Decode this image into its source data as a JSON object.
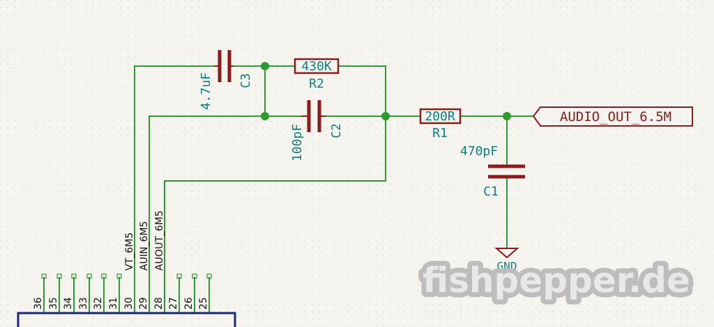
{
  "schematic": {
    "components": {
      "c3": {
        "ref": "C3",
        "value": "4.7uF"
      },
      "r2": {
        "ref": "R2",
        "value": "430K"
      },
      "c2": {
        "ref": "C2",
        "value": "100pF"
      },
      "r1": {
        "ref": "R1",
        "value": "200R"
      },
      "c1": {
        "ref": "C1",
        "value": "470pF"
      }
    },
    "output_label": "AUDIO_OUT_6.5M",
    "ground_label": "GND",
    "net_labels": {
      "vt": "VT_6M5",
      "ain": "AUIN_6M5",
      "aout": "AUOUT_6M5"
    },
    "pins": [
      "36",
      "35",
      "34",
      "33",
      "32",
      "31",
      "30",
      "29",
      "28",
      "27",
      "26",
      "25"
    ],
    "watermark": "fishpepper.de",
    "colors": {
      "background": "#f5f4ef",
      "wire": "#2e9b2e",
      "component": "#8b1c1c",
      "text": "#0f7f7f",
      "chip_outline": "#1a237e",
      "watermark": "#c8c8c8"
    }
  }
}
